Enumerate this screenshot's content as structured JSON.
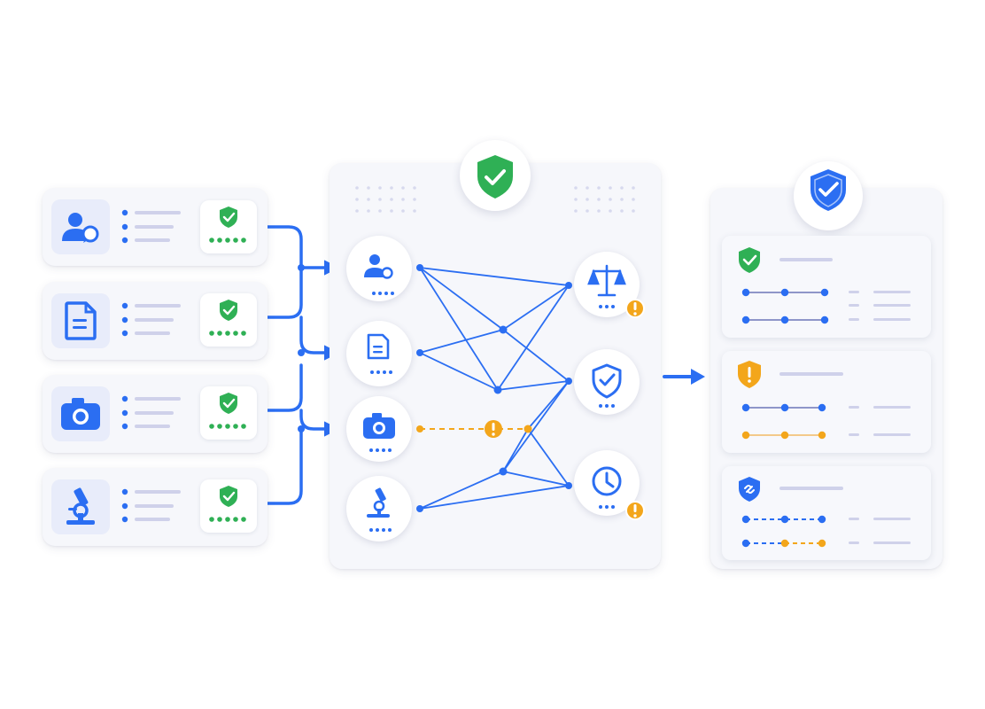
{
  "colors": {
    "blue": "#2b6ef2",
    "green": "#2fb055",
    "amber": "#f3a61b",
    "line_gray": "#c9cbe6",
    "panel_bg": "#f6f7fb"
  },
  "inputs": [
    {
      "icon": "user-comment-icon",
      "status": "verified"
    },
    {
      "icon": "document-icon",
      "status": "verified"
    },
    {
      "icon": "camera-icon",
      "status": "verified"
    },
    {
      "icon": "microscope-icon",
      "status": "verified"
    }
  ],
  "graph": {
    "header_icon": "shield-check-icon",
    "source_nodes": [
      "user-comment-icon",
      "document-icon",
      "camera-icon",
      "microscope-icon"
    ],
    "target_nodes": [
      {
        "icon": "scales-icon",
        "alert": true
      },
      {
        "icon": "shield-check-icon",
        "alert": false
      },
      {
        "icon": "clock-icon",
        "alert": true
      }
    ],
    "flagged_link": {
      "from": "camera-icon",
      "alert_icon": "exclamation-icon"
    }
  },
  "results": {
    "header_icon": "shield-check-icon",
    "cards": [
      {
        "icon": "shield-check-icon",
        "status": "verified"
      },
      {
        "icon": "shield-exclamation-icon",
        "status": "warning"
      },
      {
        "icon": "link-icon",
        "status": "linked"
      }
    ]
  }
}
